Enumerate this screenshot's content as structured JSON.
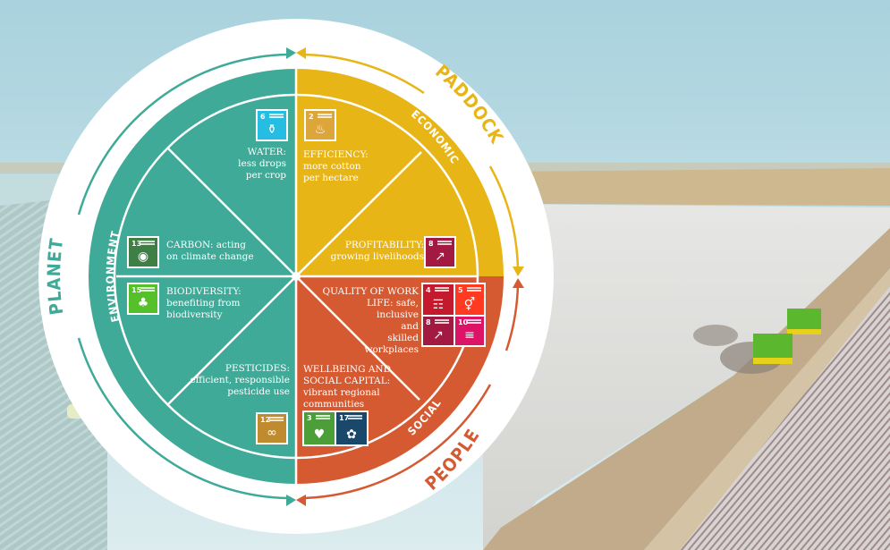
{
  "colors": {
    "environment": "#3faa98",
    "economic": "#e8b516",
    "social": "#d65a31",
    "ring": "#ffffff",
    "sky": "#bcdbe3"
  },
  "outer_ring": {
    "planet": "PLANET",
    "paddock": "PADDOCK",
    "people": "PEOPLE"
  },
  "inner_ring": {
    "environment": "ENVIRONMENT",
    "economic": "ECONOMIC",
    "social": "SOCIAL"
  },
  "segments": {
    "water": {
      "title": "WATER:",
      "line1": "less drops",
      "line2": "per crop",
      "sdg": [
        {
          "num": "6",
          "name": "clean-water-and-sanitation",
          "color": "#26bde2",
          "icon": "⚱"
        }
      ]
    },
    "carbon": {
      "title": "CARBON: acting",
      "line1": "on climate change",
      "sdg": [
        {
          "num": "13",
          "name": "climate-action",
          "color": "#3f7e44",
          "icon": "◉"
        }
      ]
    },
    "biodiversity": {
      "title": "BIODIVERSITY:",
      "line1": "benefiting from",
      "line2": "biodiversity",
      "sdg": [
        {
          "num": "15",
          "name": "life-on-land",
          "color": "#56c02b",
          "icon": "♣"
        }
      ]
    },
    "pesticides": {
      "title": "PESTICIDES:",
      "line1": "efficient, responsible",
      "line2": "pesticide use",
      "sdg": [
        {
          "num": "12",
          "name": "responsible-consumption-and-production",
          "color": "#bf8b2e",
          "icon": "∞"
        }
      ]
    },
    "efficiency": {
      "title": "EFFICIENCY:",
      "line1": "more cotton",
      "line2": "per hectare",
      "sdg": [
        {
          "num": "2",
          "name": "zero-hunger",
          "color": "#dda63a",
          "icon": "♨"
        }
      ]
    },
    "profitability": {
      "title": "PROFITABILITY:",
      "line1": "growing livelihoods",
      "sdg": [
        {
          "num": "8",
          "name": "decent-work-and-economic-growth",
          "color": "#a21942",
          "icon": "↗"
        }
      ]
    },
    "quality_of_work": {
      "title": "QUALITY OF WORK",
      "line1": "LIFE: safe, inclusive",
      "line2": "and",
      "line3": "skilled",
      "line4": "workplaces",
      "sdg": [
        {
          "num": "4",
          "name": "quality-education",
          "color": "#c5192d",
          "icon": "☶"
        },
        {
          "num": "5",
          "name": "gender-equality",
          "color": "#ff3a21",
          "icon": "⚥"
        },
        {
          "num": "8",
          "name": "decent-work-and-economic-growth",
          "color": "#a21942",
          "icon": "↗"
        },
        {
          "num": "10",
          "name": "reduced-inequalities",
          "color": "#dd1367",
          "icon": "≡"
        }
      ]
    },
    "wellbeing": {
      "title": "WELLBEING AND",
      "line1": "SOCIAL CAPITAL:",
      "line2": "vibrant regional",
      "line3": "communities",
      "sdg": [
        {
          "num": "3",
          "name": "good-health-and-well-being",
          "color": "#4c9f38",
          "icon": "♥"
        },
        {
          "num": "17",
          "name": "partnerships-for-the-goals",
          "color": "#19486a",
          "icon": "✿"
        }
      ]
    }
  }
}
